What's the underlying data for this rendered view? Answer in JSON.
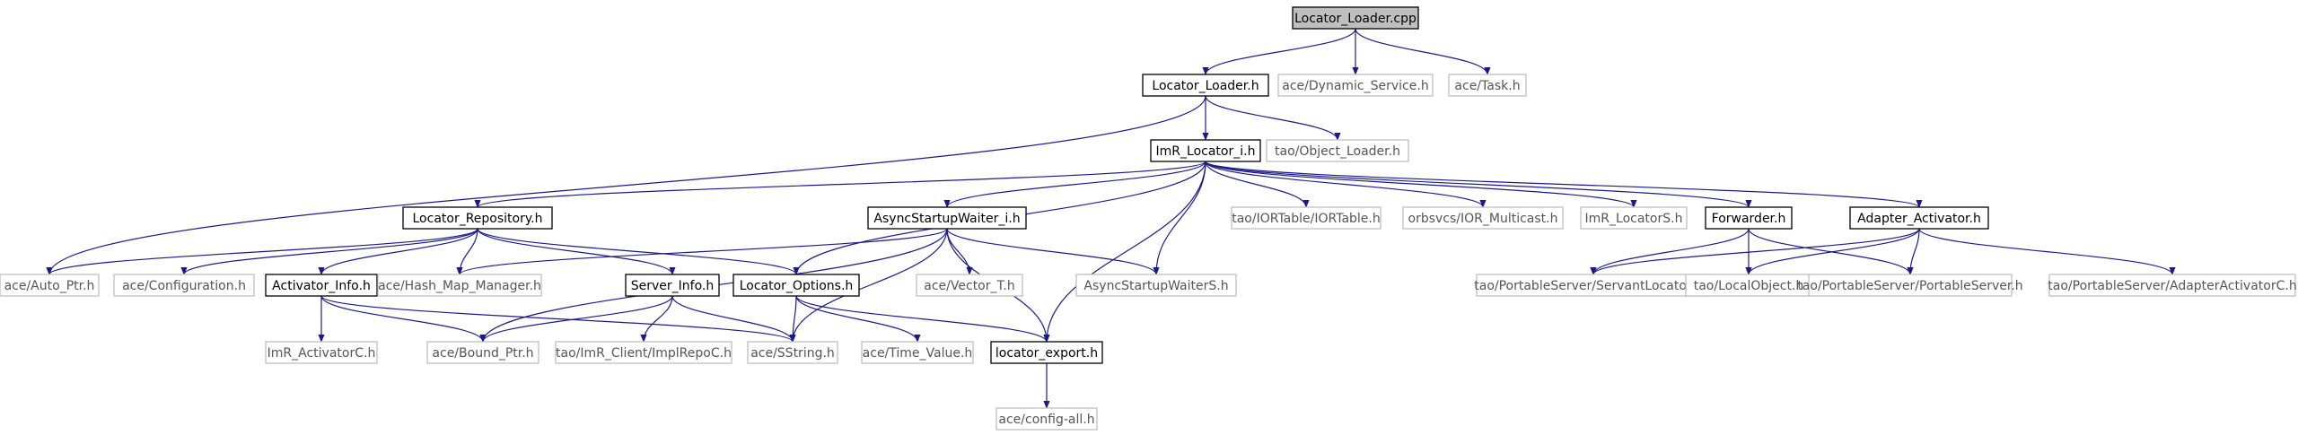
{
  "colors": {
    "edge": "#1a1a8c",
    "external_border": "#bfbfbf",
    "root_fill": "#bfbfbf"
  },
  "nodes": [
    {
      "id": "n0",
      "label": "Locator_Loader.cpp",
      "kind": "root"
    },
    {
      "id": "n1",
      "label": "Locator_Loader.h",
      "kind": "doc"
    },
    {
      "id": "n2",
      "label": "ace/Dynamic_Service.h",
      "kind": "ext"
    },
    {
      "id": "n3",
      "label": "ace/Task.h",
      "kind": "ext"
    },
    {
      "id": "n4",
      "label": "ImR_Locator_i.h",
      "kind": "doc"
    },
    {
      "id": "n5",
      "label": "tao/Object_Loader.h",
      "kind": "ext"
    },
    {
      "id": "n6",
      "label": "ace/Auto_Ptr.h",
      "kind": "ext"
    },
    {
      "id": "n7",
      "label": "Locator_Repository.h",
      "kind": "doc"
    },
    {
      "id": "n8",
      "label": "AsyncStartupWaiter_i.h",
      "kind": "doc"
    },
    {
      "id": "n9",
      "label": "tao/IORTable/IORTable.h",
      "kind": "ext"
    },
    {
      "id": "n10",
      "label": "orbsvcs/IOR_Multicast.h",
      "kind": "ext"
    },
    {
      "id": "n11",
      "label": "ImR_LocatorS.h",
      "kind": "ext"
    },
    {
      "id": "n12",
      "label": "Forwarder.h",
      "kind": "doc"
    },
    {
      "id": "n13",
      "label": "Adapter_Activator.h",
      "kind": "doc"
    },
    {
      "id": "n14",
      "label": "ace/Configuration.h",
      "kind": "ext"
    },
    {
      "id": "n15",
      "label": "Activator_Info.h",
      "kind": "doc"
    },
    {
      "id": "n16",
      "label": "ace/Hash_Map_Manager.h",
      "kind": "ext"
    },
    {
      "id": "n17",
      "label": "Server_Info.h",
      "kind": "doc"
    },
    {
      "id": "n18",
      "label": "Locator_Options.h",
      "kind": "doc"
    },
    {
      "id": "n19",
      "label": "ace/Vector_T.h",
      "kind": "ext"
    },
    {
      "id": "n20",
      "label": "AsyncStartupWaiterS.h",
      "kind": "ext"
    },
    {
      "id": "n21",
      "label": "tao/PortableServer/ServantLocatorC.h",
      "kind": "ext"
    },
    {
      "id": "n22",
      "label": "tao/LocalObject.h",
      "kind": "ext"
    },
    {
      "id": "n23",
      "label": "tao/PortableServer/PortableServer.h",
      "kind": "ext"
    },
    {
      "id": "n24",
      "label": "tao/PortableServer/AdapterActivatorC.h",
      "kind": "ext"
    },
    {
      "id": "n25",
      "label": "ImR_ActivatorC.h",
      "kind": "ext"
    },
    {
      "id": "n26",
      "label": "ace/Bound_Ptr.h",
      "kind": "ext"
    },
    {
      "id": "n27",
      "label": "tao/ImR_Client/ImplRepoC.h",
      "kind": "ext"
    },
    {
      "id": "n28",
      "label": "ace/SString.h",
      "kind": "ext"
    },
    {
      "id": "n29",
      "label": "ace/Time_Value.h",
      "kind": "ext"
    },
    {
      "id": "n30",
      "label": "locator_export.h",
      "kind": "doc"
    },
    {
      "id": "n31",
      "label": "ace/config-all.h",
      "kind": "ext"
    }
  ],
  "edges": [
    [
      "n0",
      "n1"
    ],
    [
      "n0",
      "n2"
    ],
    [
      "n0",
      "n3"
    ],
    [
      "n1",
      "n4"
    ],
    [
      "n1",
      "n5"
    ],
    [
      "n1",
      "n6"
    ],
    [
      "n4",
      "n7"
    ],
    [
      "n4",
      "n8"
    ],
    [
      "n4",
      "n9"
    ],
    [
      "n4",
      "n10"
    ],
    [
      "n4",
      "n11"
    ],
    [
      "n4",
      "n12"
    ],
    [
      "n4",
      "n13"
    ],
    [
      "n4",
      "n18"
    ],
    [
      "n4",
      "n20"
    ],
    [
      "n4",
      "n30"
    ],
    [
      "n7",
      "n6"
    ],
    [
      "n7",
      "n14"
    ],
    [
      "n7",
      "n15"
    ],
    [
      "n7",
      "n16"
    ],
    [
      "n7",
      "n17"
    ],
    [
      "n7",
      "n18"
    ],
    [
      "n8",
      "n16"
    ],
    [
      "n8",
      "n19"
    ],
    [
      "n8",
      "n20"
    ],
    [
      "n8",
      "n26"
    ],
    [
      "n8",
      "n28"
    ],
    [
      "n8",
      "n30"
    ],
    [
      "n12",
      "n21"
    ],
    [
      "n12",
      "n22"
    ],
    [
      "n12",
      "n23"
    ],
    [
      "n13",
      "n21"
    ],
    [
      "n13",
      "n22"
    ],
    [
      "n13",
      "n23"
    ],
    [
      "n13",
      "n24"
    ],
    [
      "n15",
      "n25"
    ],
    [
      "n15",
      "n26"
    ],
    [
      "n15",
      "n28"
    ],
    [
      "n17",
      "n26"
    ],
    [
      "n17",
      "n27"
    ],
    [
      "n17",
      "n28"
    ],
    [
      "n18",
      "n28"
    ],
    [
      "n18",
      "n29"
    ],
    [
      "n18",
      "n30"
    ],
    [
      "n30",
      "n31"
    ]
  ]
}
